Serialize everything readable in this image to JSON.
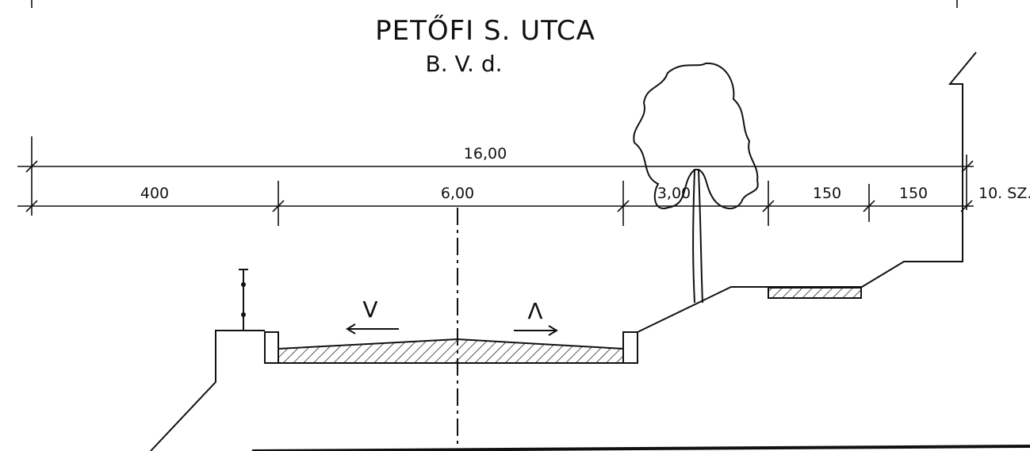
{
  "title": "PETŐFI  S.  UTCA",
  "subtitle": "B. V. d.",
  "dimensions": {
    "total_width": "16,00",
    "left_strip": "400",
    "carriageway": "6,00",
    "tree_strip": "3,00",
    "sidewalk_1": "150",
    "sidewalk_2": "150",
    "row_label": "10. SZ."
  },
  "direction_marks": {
    "left": "V",
    "right": "Λ"
  },
  "colors": {
    "ink": "#111111",
    "paper": "#ffffff"
  }
}
